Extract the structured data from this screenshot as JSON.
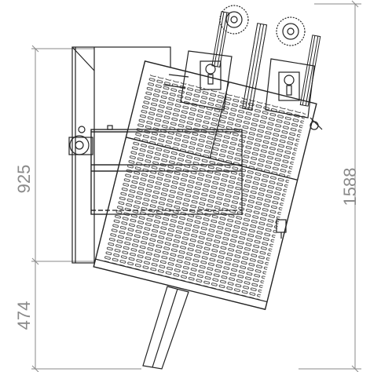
{
  "drawing": {
    "dimensions": {
      "left_upper": "925",
      "left_lower": "474",
      "right_total": "1588"
    }
  }
}
